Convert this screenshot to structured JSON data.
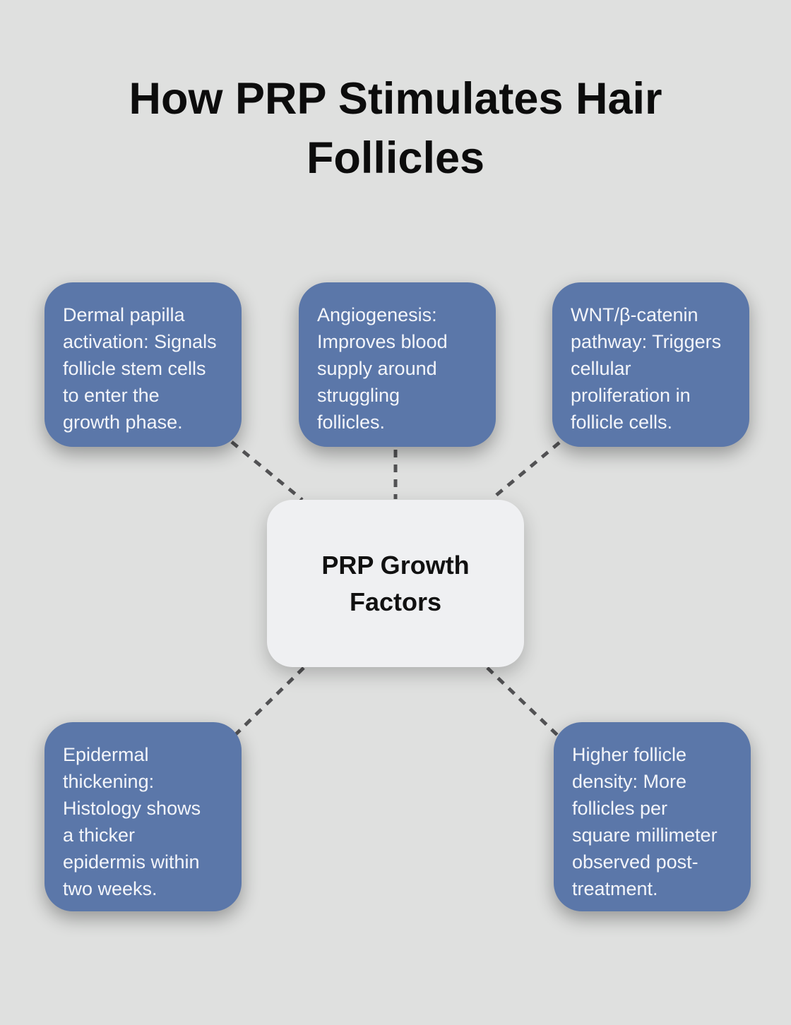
{
  "title": "How PRP Stimulates Hair\nFollicles",
  "center": {
    "label": "PRP Growth\nFactors"
  },
  "nodes": [
    {
      "id": "dermal-papilla-activation",
      "position": "top-left",
      "text": "Dermal papilla\nactivation: Signals\nfollicle stem cells\nto enter the\ngrowth phase."
    },
    {
      "id": "angiogenesis",
      "position": "top-center",
      "text": "Angiogenesis:\nImproves blood\nsupply around\nstruggling\nfollicles."
    },
    {
      "id": "wnt-beta-catenin-pathway",
      "position": "top-right",
      "text": "WNT/β-catenin\npathway: Triggers\ncellular\nproliferation in\nfollicle cells."
    },
    {
      "id": "epidermal-thickening",
      "position": "bottom-left",
      "text": "Epidermal\nthickening:\nHistology shows\na thicker\nepidermis within\ntwo weeks."
    },
    {
      "id": "higher-follicle-density",
      "position": "bottom-right",
      "text": "Higher follicle\ndensity: More\nfollicles per\nsquare millimeter\nobserved post-\ntreatment."
    }
  ],
  "theme": {
    "page_bg": "#dfe0df",
    "node_bg": "#5b77a9",
    "node_text": "#f3f5fa",
    "center_bg": "#eff0f2",
    "center_text": "#111111",
    "title_color": "#0c0c0c",
    "connector_color": "#525254"
  }
}
